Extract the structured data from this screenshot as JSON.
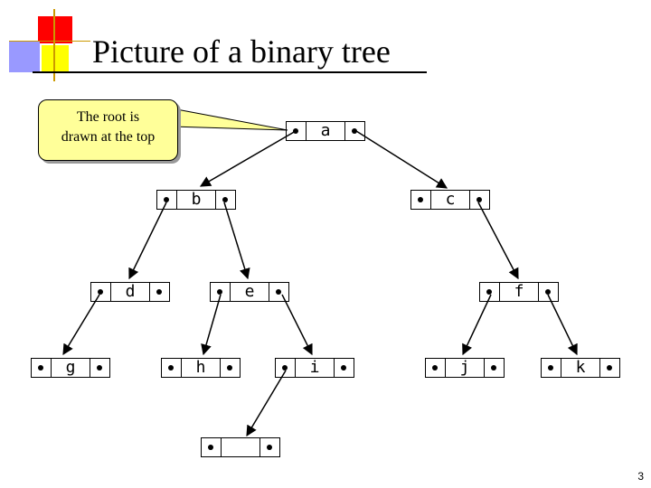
{
  "slide": {
    "title": "Picture of a binary tree",
    "page_number": "3"
  },
  "callout": {
    "line1": "The root is",
    "line2": "drawn at the top"
  },
  "tree": {
    "nodes": {
      "a": "a",
      "b": "b",
      "c": "c",
      "d": "d",
      "e": "e",
      "f": "f",
      "g": "g",
      "h": "h",
      "i": "i",
      "j": "j",
      "k": "k",
      "empty": ""
    },
    "edges": [
      [
        "a",
        "left",
        "b"
      ],
      [
        "a",
        "right",
        "c"
      ],
      [
        "b",
        "left",
        "d"
      ],
      [
        "b",
        "right",
        "e"
      ],
      [
        "c",
        "left",
        null
      ],
      [
        "c",
        "right",
        "f"
      ],
      [
        "d",
        "left",
        "g"
      ],
      [
        "e",
        "left",
        "h"
      ],
      [
        "e",
        "right",
        "i"
      ],
      [
        "f",
        "left",
        "j"
      ],
      [
        "f",
        "right",
        "k"
      ],
      [
        "i",
        "left",
        "empty"
      ]
    ]
  },
  "colors": {
    "deco_red": "#ff0000",
    "deco_yellow": "#ffff00",
    "deco_purple": "#9999ff"
  }
}
